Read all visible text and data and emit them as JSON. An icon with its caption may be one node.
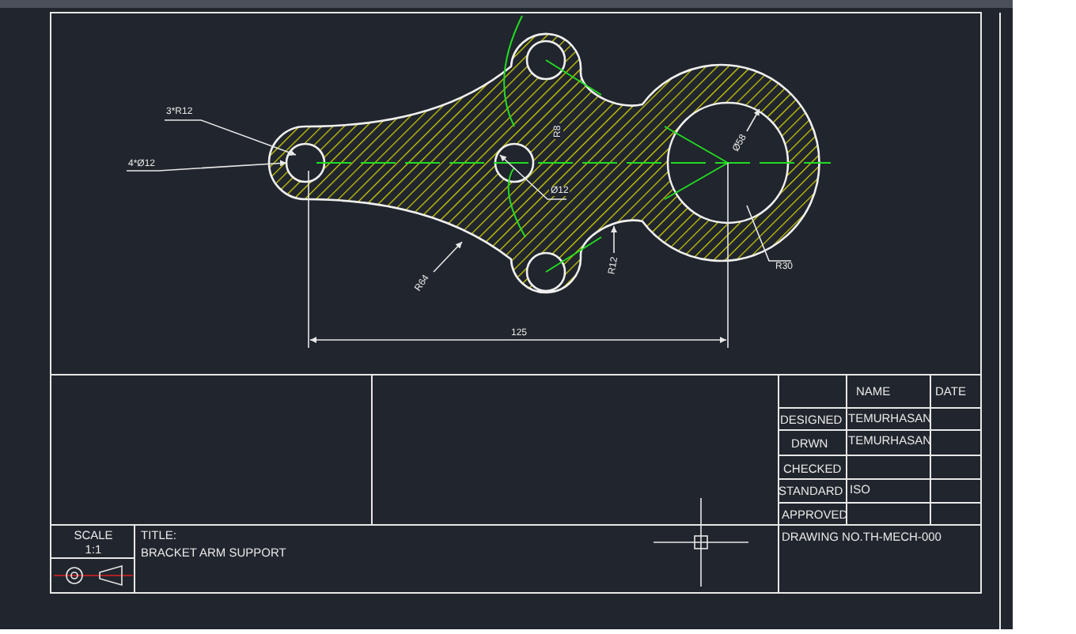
{
  "diagram": {
    "nodes": [
      {
        "text": [
          "3*R12"
        ]
      },
      {
        "text": [
          "4*Ø12"
        ]
      },
      {
        "text": [
          "Ø12"
        ]
      },
      {
        "text": [
          "Ø58"
        ]
      },
      {
        "text": [
          "R12"
        ]
      },
      {
        "text": [
          "R64"
        ]
      },
      {
        "text": [
          "R30"
        ]
      }
    ],
    "edges": [
      {
        "from": 0,
        "to": null,
        "arrow": "to"
      },
      {
        "from": 1,
        "to": null,
        "arrow": "to"
      },
      {
        "from": 2,
        "to": null,
        "arrow": "to"
      },
      {
        "from": 3,
        "to": null,
        "arrow": "to"
      },
      {
        "from": 4,
        "to": null,
        "arrow": "to"
      },
      {
        "from": 5,
        "to": null,
        "arrow": "to"
      },
      {
        "from": 6,
        "to": null,
        "arrow": "none"
      }
    ],
    "labels": [
      "R8",
      "125",
      "NAME",
      "DATE",
      "DESIGNED",
      "TEMURHASAN",
      "DRWN",
      "TEMURHASAN",
      "CHECKED",
      "STANDARD",
      "ISO",
      "APPROVED",
      "SCALE 1:1",
      "TITLE:",
      "BRACKET ARM SUPPORT",
      "DRAWING NO.TH-MECH-000"
    ]
  }
}
